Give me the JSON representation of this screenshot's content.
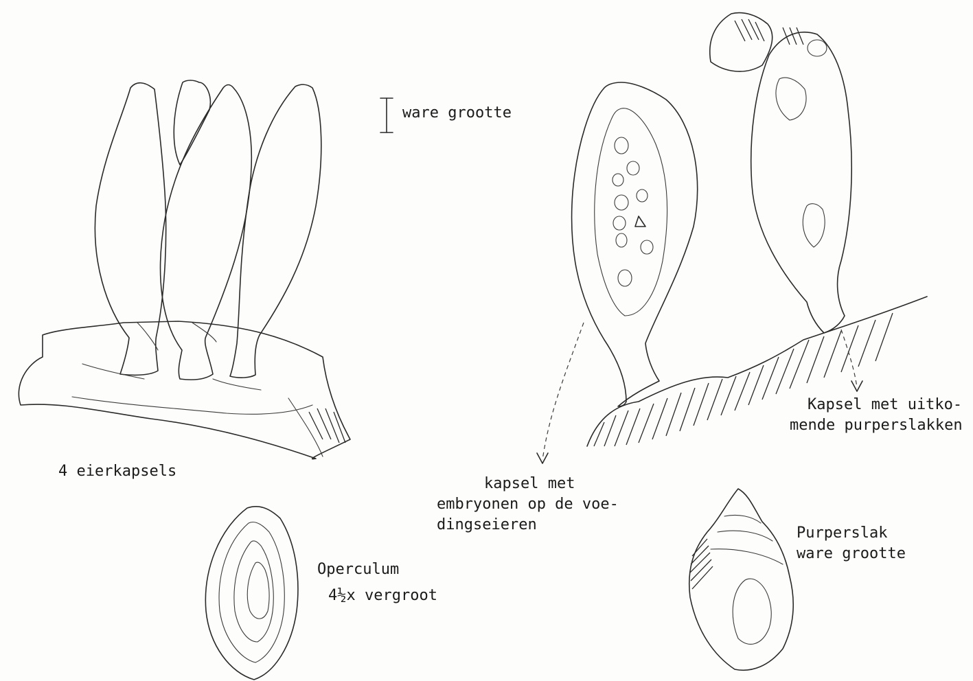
{
  "labels": {
    "scale_bar": "ware grootte",
    "egg_capsules": "4 eierkapsels",
    "capsule_embryos": [
      "kapsel met",
      "embryonen op de voe-",
      "dingseieren"
    ],
    "capsule_hatching": [
      "Kapsel met uitko-",
      "mende purperslakken"
    ],
    "operculum": [
      "Operculum",
      "4½x vergroot"
    ],
    "purple_snail": [
      "Purperslak",
      "ware grootte"
    ]
  }
}
